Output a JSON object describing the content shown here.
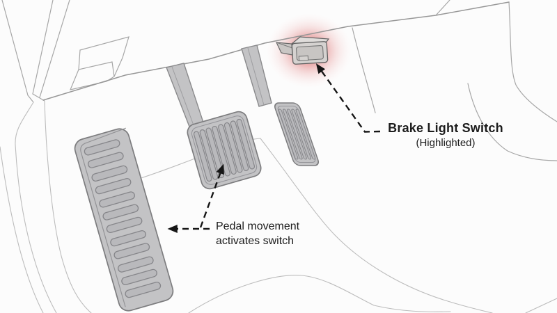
{
  "labels": {
    "switch": {
      "line1": "Brake Light Switch",
      "line2": "(Highlighted)"
    },
    "pedal": {
      "line1": "Pedal movement",
      "line2": "activates switch"
    }
  },
  "colors": {
    "background": "#fcfcfc",
    "highlight_glow": "#d65f5f",
    "pedal_fill": "#c3c3c5",
    "pedal_stroke": "#7d7d7f",
    "switch_fill": "#d5d2d0",
    "dash_outline": "#9b9b9b",
    "floor_line": "#bcbcbc",
    "arrow": "#161616",
    "text": "#1c1c1c"
  }
}
